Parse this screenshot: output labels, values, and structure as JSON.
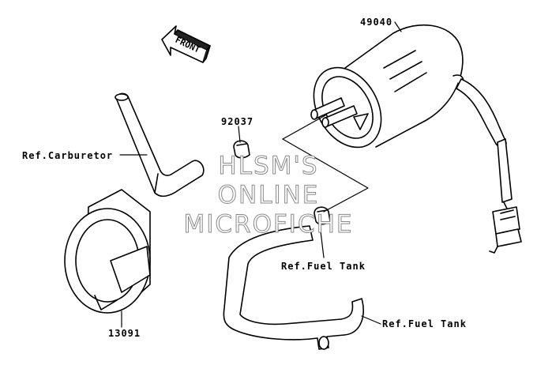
{
  "diagram": {
    "part_numbers": {
      "pump": "49040",
      "hose_clip": "92037",
      "bracket": "13091"
    },
    "references": {
      "carburetor": "Ref.Carburetor",
      "fuel_tank_upper": "Ref.Fuel Tank",
      "fuel_tank_lower": "Ref.Fuel Tank"
    },
    "front_indicator": "FRONT",
    "watermark": [
      "HLSM'S",
      "ONLINE",
      "MICROFICHE"
    ]
  }
}
